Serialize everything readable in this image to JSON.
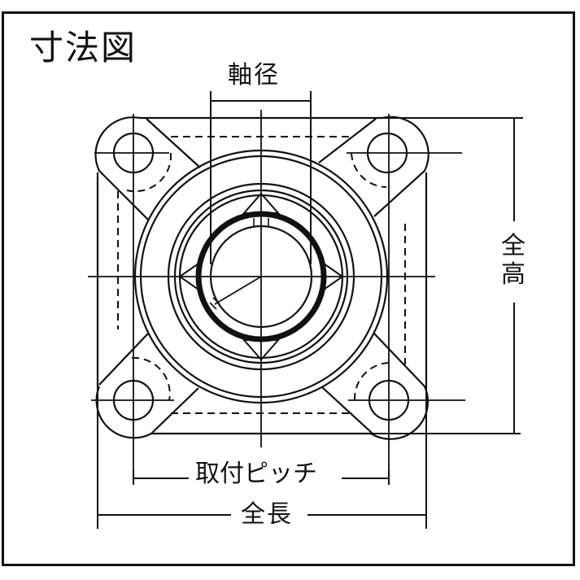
{
  "drawing": {
    "title": "寸法図",
    "stroke_color": "#111111",
    "background_color": "#ffffff"
  },
  "dimensions": {
    "shaft_diameter_label": "軸径",
    "mounting_pitch_label": "取付ピッチ",
    "overall_length_label": "全長",
    "overall_height_label": "全高"
  },
  "part": {
    "type": "square-flange-bearing-unit",
    "bolt_holes": 4,
    "views": [
      "front"
    ]
  }
}
